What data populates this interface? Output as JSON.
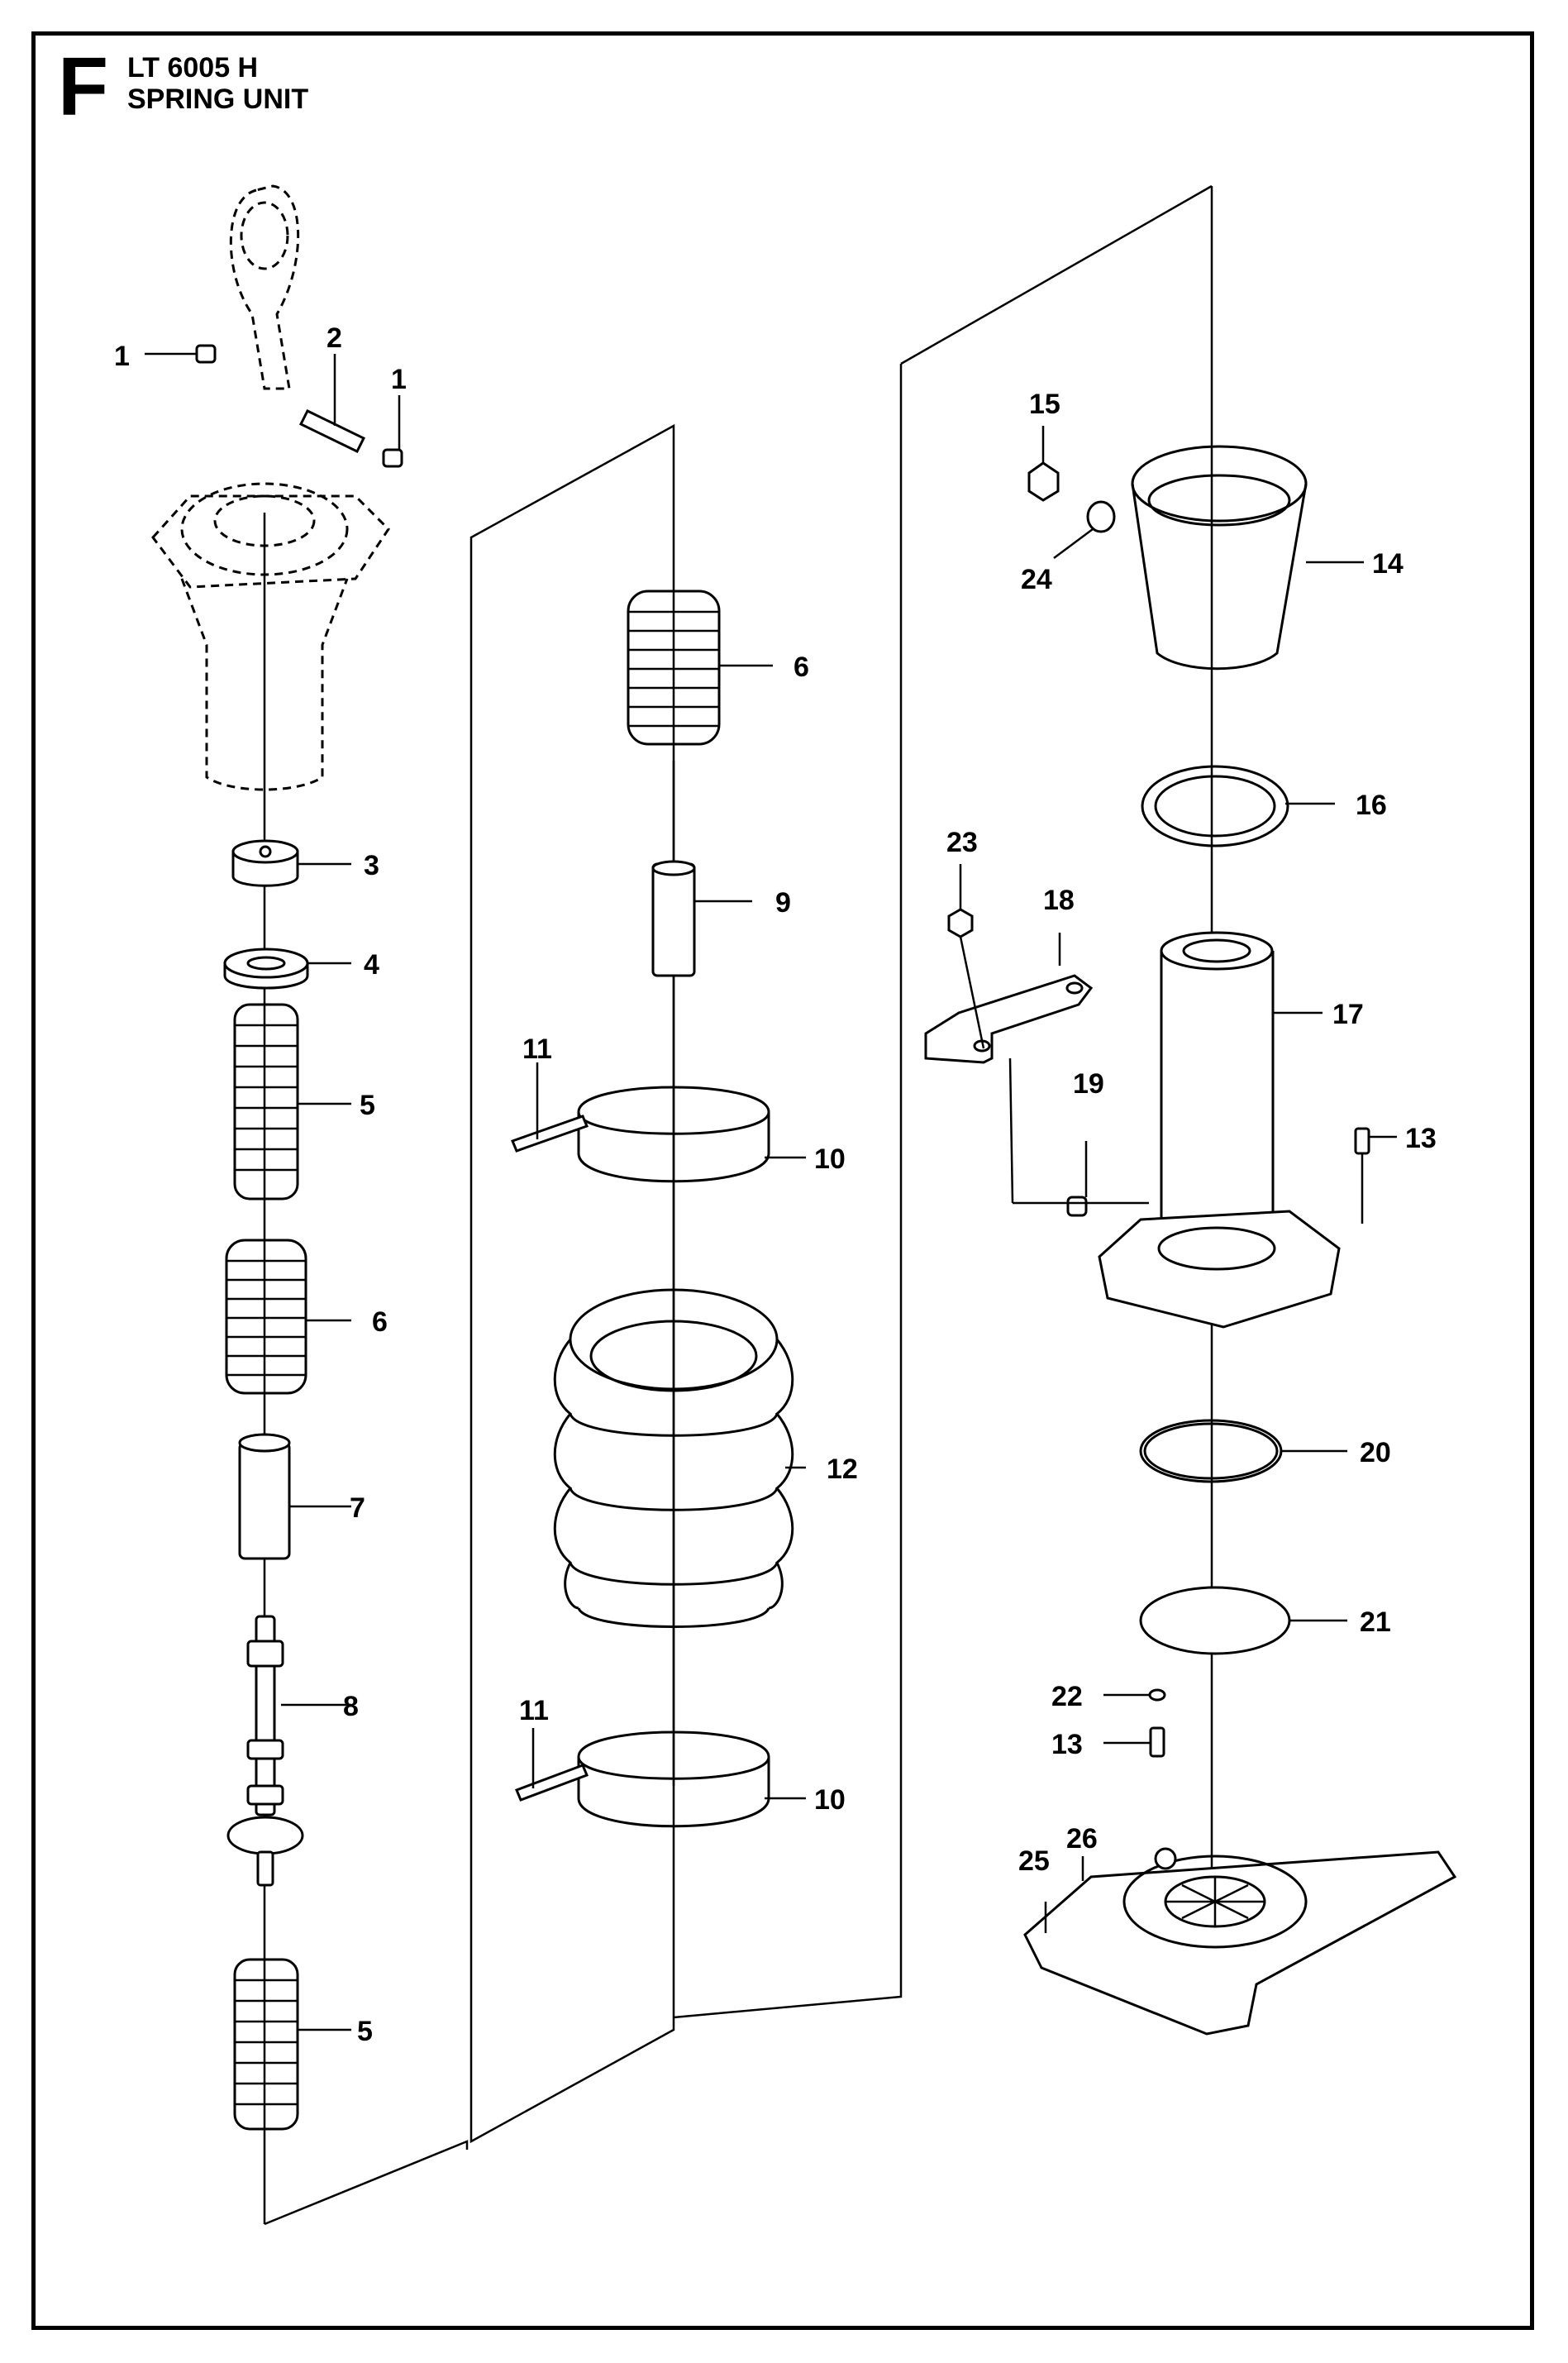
{
  "header": {
    "section_letter": "F",
    "model": "LT 6005 H",
    "section_title": "SPRING UNIT"
  },
  "callouts": [
    "1",
    "2",
    "1",
    "3",
    "4",
    "5",
    "6",
    "7",
    "8",
    "5",
    "6",
    "9",
    "11",
    "10",
    "12",
    "11",
    "10",
    "15",
    "24",
    "14",
    "16",
    "23",
    "18",
    "17",
    "19",
    "13",
    "20",
    "21",
    "22",
    "13",
    "26",
    "25"
  ],
  "colors": {
    "line": "#000000",
    "background": "#ffffff"
  }
}
